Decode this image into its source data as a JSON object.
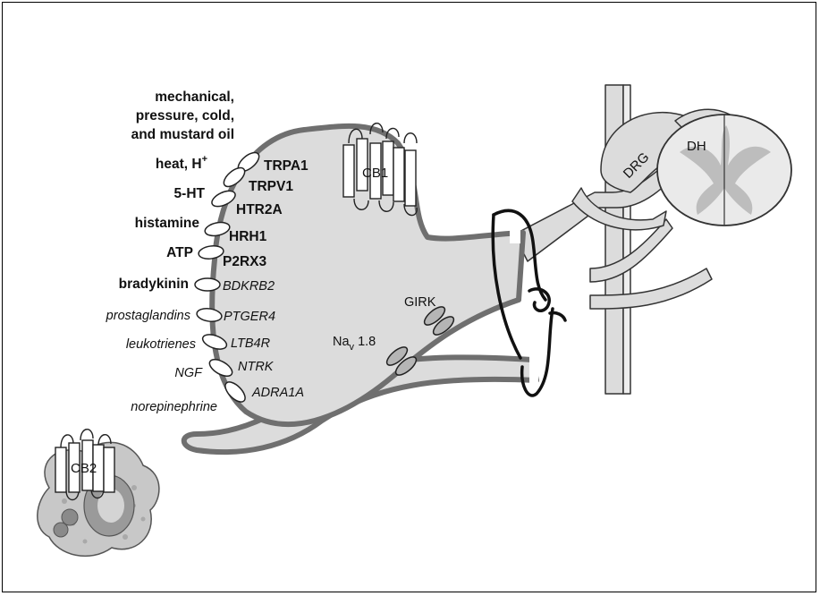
{
  "stimuli": {
    "mech_line1": "mechanical,",
    "mech_line2": "pressure, cold,",
    "mech_line3": "and mustard oil",
    "heat": "heat, H",
    "heat_sup": "+",
    "serotonin": "5-HT",
    "histamine": "histamine",
    "atp": "ATP",
    "bradykinin": "bradykinin",
    "prostaglandins": "prostaglandins",
    "leukotrienes": "leukotrienes",
    "ngf": "NGF",
    "norepinephrine": "norepinephrine"
  },
  "receptors": {
    "trpa1": "TRPA1",
    "trpv1": "TRPV1",
    "htr2a": "HTR2A",
    "hrh1": "HRH1",
    "p2rx3": "P2RX3",
    "bdkrb2": "BDKRB2",
    "ptger4": "PTGER4",
    "ltb4r": "LTB4R",
    "ntrk": "NTRK",
    "adra1a": "ADRA1A"
  },
  "channels": {
    "cb1": "CB1",
    "cb2": "CB2",
    "girk": "GIRK",
    "nav_main": "Na",
    "nav_sub": "v",
    "nav_num": " 1.8"
  },
  "anatomy": {
    "drg": "DRG",
    "dh": "DH"
  },
  "colors": {
    "membrane": "#6f6f6f",
    "cytoplasm": "#dcdcdc",
    "spinal_grey": "#bdbdbd",
    "cell_spots": "#a9a9a9"
  }
}
